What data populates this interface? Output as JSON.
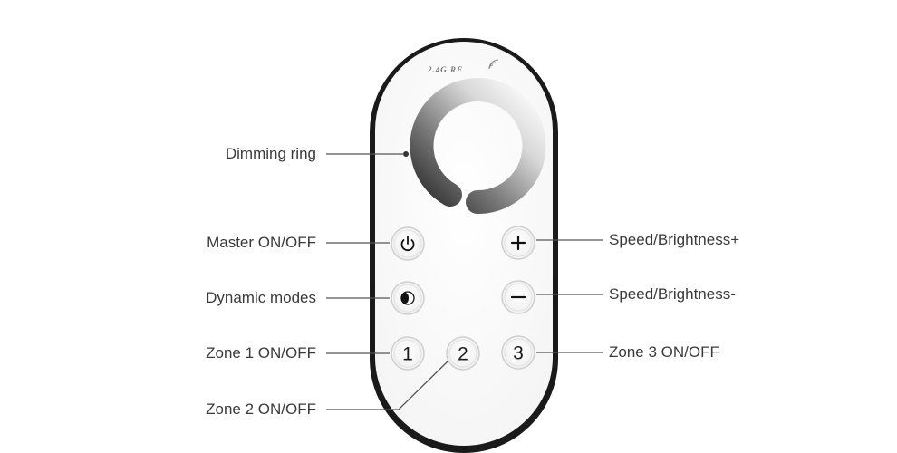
{
  "remote": {
    "brand_label": "2.4G RF",
    "zone_buttons": {
      "zone1": "1",
      "zone2": "2",
      "zone3": "3"
    }
  },
  "callouts": {
    "dimming_ring": "Dimming ring",
    "master_on_off": "Master ON/OFF",
    "dynamic_modes": "Dynamic modes",
    "zone1_on_off": "Zone 1 ON/OFF",
    "zone2_on_off": "Zone 2 ON/OFF",
    "speed_brightness_up": "Speed/Brightness+",
    "speed_brightness_down": "Speed/Brightness-",
    "zone3_on_off": "Zone 3 ON/OFF"
  },
  "icons": {
    "power": "power-icon",
    "plus": "plus-icon",
    "minus": "minus-icon",
    "modes": "half-moon-icon",
    "signal": "rf-signal-icon"
  }
}
